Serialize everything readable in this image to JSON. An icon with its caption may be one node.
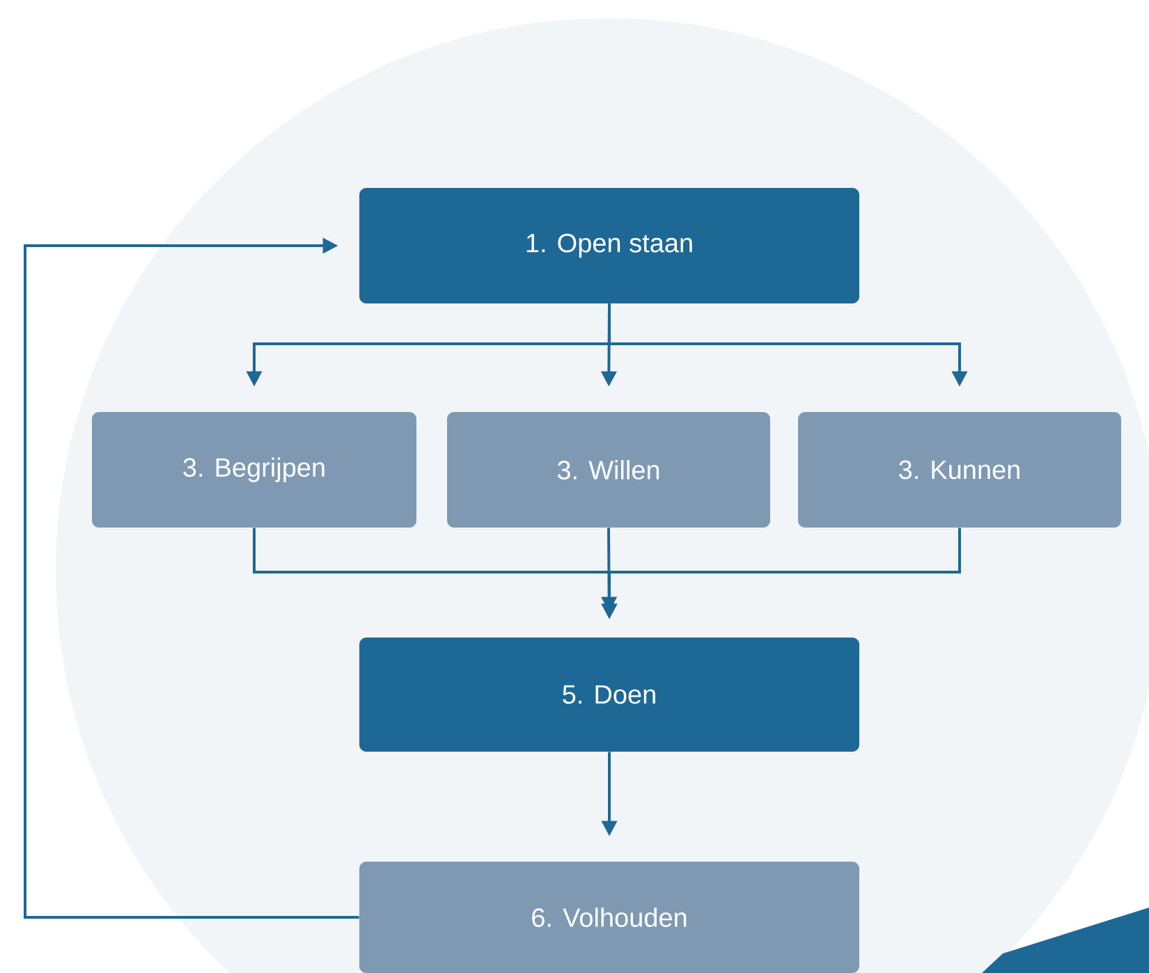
{
  "diagram": {
    "nodes": [
      {
        "text": [
          "1. Open staan"
        ]
      },
      {
        "text": [
          "3. Begrijpen"
        ]
      },
      {
        "text": [
          "3. Willen"
        ]
      },
      {
        "text": [
          "3. Kunnen"
        ]
      },
      {
        "text": [
          "5. Doen"
        ]
      },
      {
        "text": [
          "6. Volhouden"
        ]
      }
    ],
    "edges": [
      {
        "from": 0,
        "to": 1,
        "arrow": "to"
      },
      {
        "from": 0,
        "to": 2,
        "arrow": "to"
      },
      {
        "from": 0,
        "to": 3,
        "arrow": "to"
      },
      {
        "from": 1,
        "to": 4,
        "arrow": "to"
      },
      {
        "from": 2,
        "to": 4,
        "arrow": "to"
      },
      {
        "from": 3,
        "to": 4,
        "arrow": "to"
      },
      {
        "from": 4,
        "to": 5,
        "arrow": "to"
      },
      {
        "from": 5,
        "to": 0,
        "arrow": "to"
      }
    ]
  }
}
